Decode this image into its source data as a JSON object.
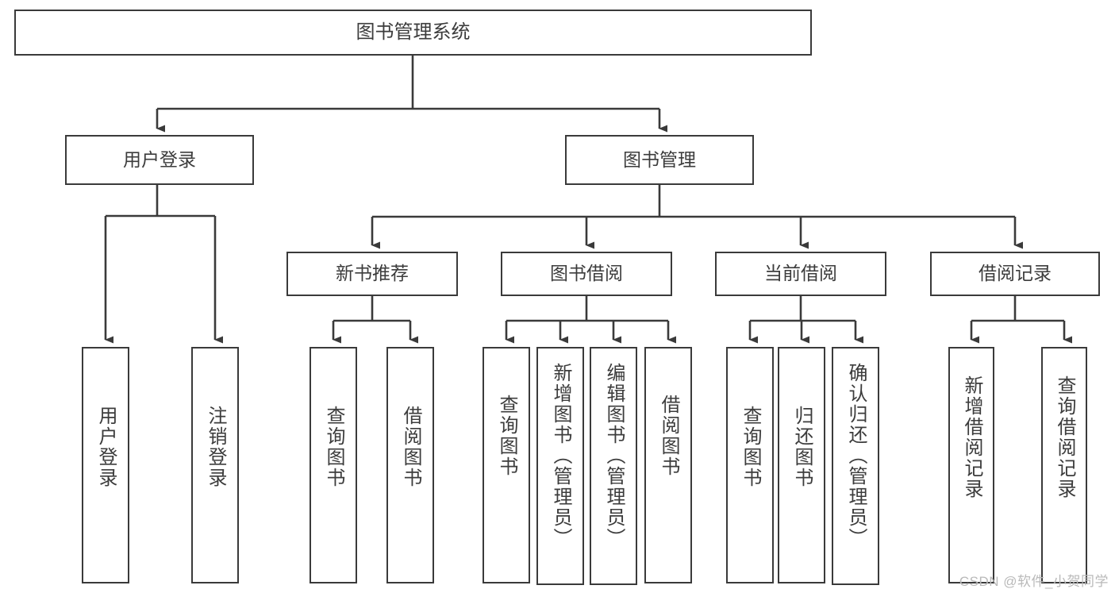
{
  "diagram": {
    "title": "图书管理系统",
    "type": "tree-hierarchy",
    "watermark": "CSDN @软件_小贺同学",
    "colors": {
      "stroke": "#3a3a3a",
      "text": "#3c3c3c",
      "background": "#ffffff",
      "watermark": "#b9b9b9"
    },
    "root": {
      "label": "图书管理系统"
    },
    "level2": [
      {
        "id": "user-login",
        "label": "用户登录"
      },
      {
        "id": "book-manage",
        "label": "图书管理"
      }
    ],
    "level3": [
      {
        "id": "new-book-recommend",
        "label": "新书推荐"
      },
      {
        "id": "book-borrow",
        "label": "图书借阅"
      },
      {
        "id": "current-borrow",
        "label": "当前借阅"
      },
      {
        "id": "borrow-record",
        "label": "借阅记录"
      }
    ],
    "leaves": {
      "user_login": [
        {
          "id": "leaf-user-login",
          "label": "用户登录"
        },
        {
          "id": "leaf-user-logout",
          "label": "注销登录"
        }
      ],
      "new_book_recommend": [
        {
          "id": "leaf-query-book-1",
          "label": "查询图书"
        },
        {
          "id": "leaf-borrow-book-1",
          "label": "借阅图书"
        }
      ],
      "book_borrow": [
        {
          "id": "leaf-query-book-2",
          "label": "查询图书"
        },
        {
          "id": "leaf-add-book",
          "label": "新增图书（管理员）"
        },
        {
          "id": "leaf-edit-book",
          "label": "编辑图书（管理员）"
        },
        {
          "id": "leaf-borrow-book-2",
          "label": "借阅图书"
        }
      ],
      "current_borrow": [
        {
          "id": "leaf-query-book-3",
          "label": "查询图书"
        },
        {
          "id": "leaf-return-book",
          "label": "归还图书"
        },
        {
          "id": "leaf-confirm-return",
          "label": "确认归还（管理员）"
        }
      ],
      "borrow_record": [
        {
          "id": "leaf-add-record",
          "label": "新增借阅记录"
        },
        {
          "id": "leaf-query-record",
          "label": "查询借阅记录"
        }
      ]
    }
  }
}
